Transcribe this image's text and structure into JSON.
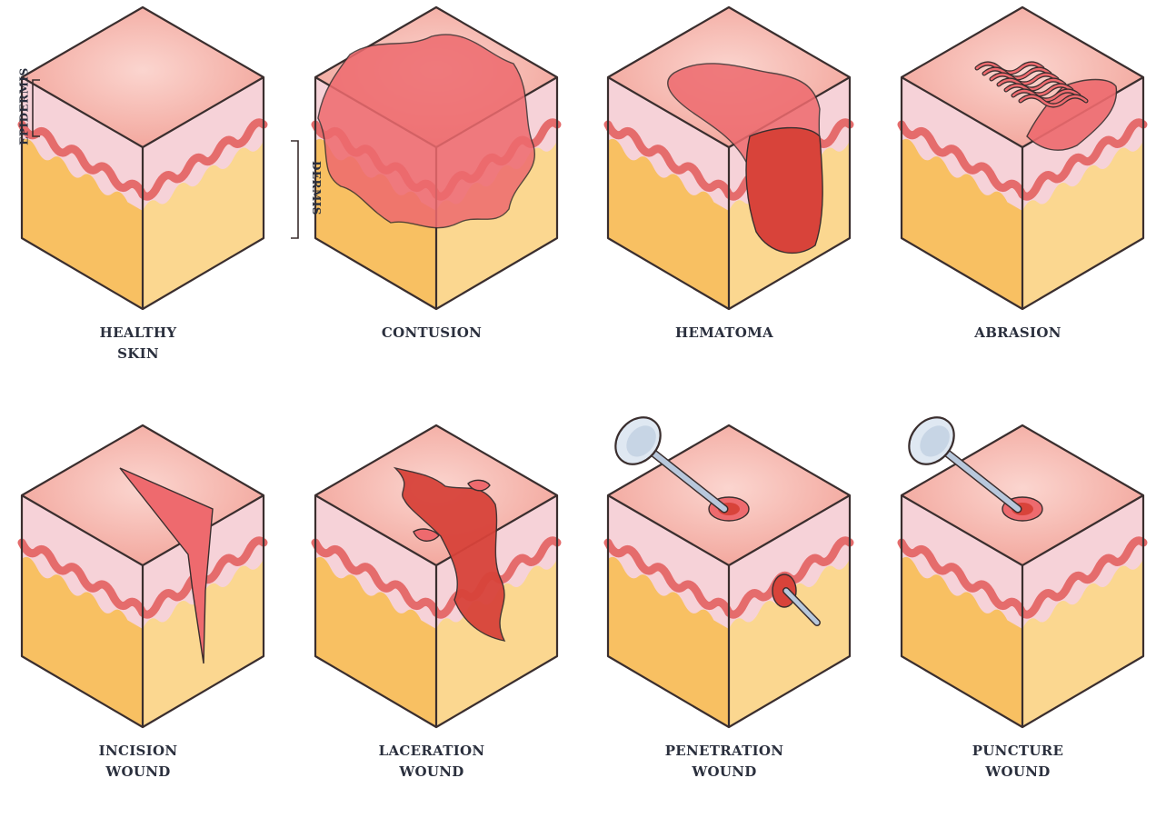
{
  "layer_labels": {
    "epidermis": "EPIDERMIS",
    "dermis": "DERMIS"
  },
  "colors": {
    "outline": "#3a2e2e",
    "top_skin": "#f2a49a",
    "epidermis": "#f6d2d8",
    "dermis_wave": "#e56c6c",
    "fat_left": "#f8c062",
    "fat_right": "#fbd790",
    "wound_light": "#ee6a6e",
    "wound_dark": "#d8433a",
    "nail": "#b8c8dc"
  },
  "panels": [
    {
      "id": "healthy",
      "caption": [
        "HEALTHY",
        "SKIN"
      ]
    },
    {
      "id": "contusion",
      "caption": [
        "CONTUSION"
      ]
    },
    {
      "id": "hematoma",
      "caption": [
        "HEMATOMA"
      ]
    },
    {
      "id": "abrasion",
      "caption": [
        "ABRASION"
      ]
    },
    {
      "id": "incision",
      "caption": [
        "INCISION",
        "WOUND"
      ]
    },
    {
      "id": "laceration",
      "caption": [
        "LACERATION",
        "WOUND"
      ]
    },
    {
      "id": "penetration",
      "caption": [
        "PENETRATION",
        "WOUND"
      ]
    },
    {
      "id": "puncture",
      "caption": [
        "PUNCTURE",
        "WOUND"
      ]
    }
  ]
}
